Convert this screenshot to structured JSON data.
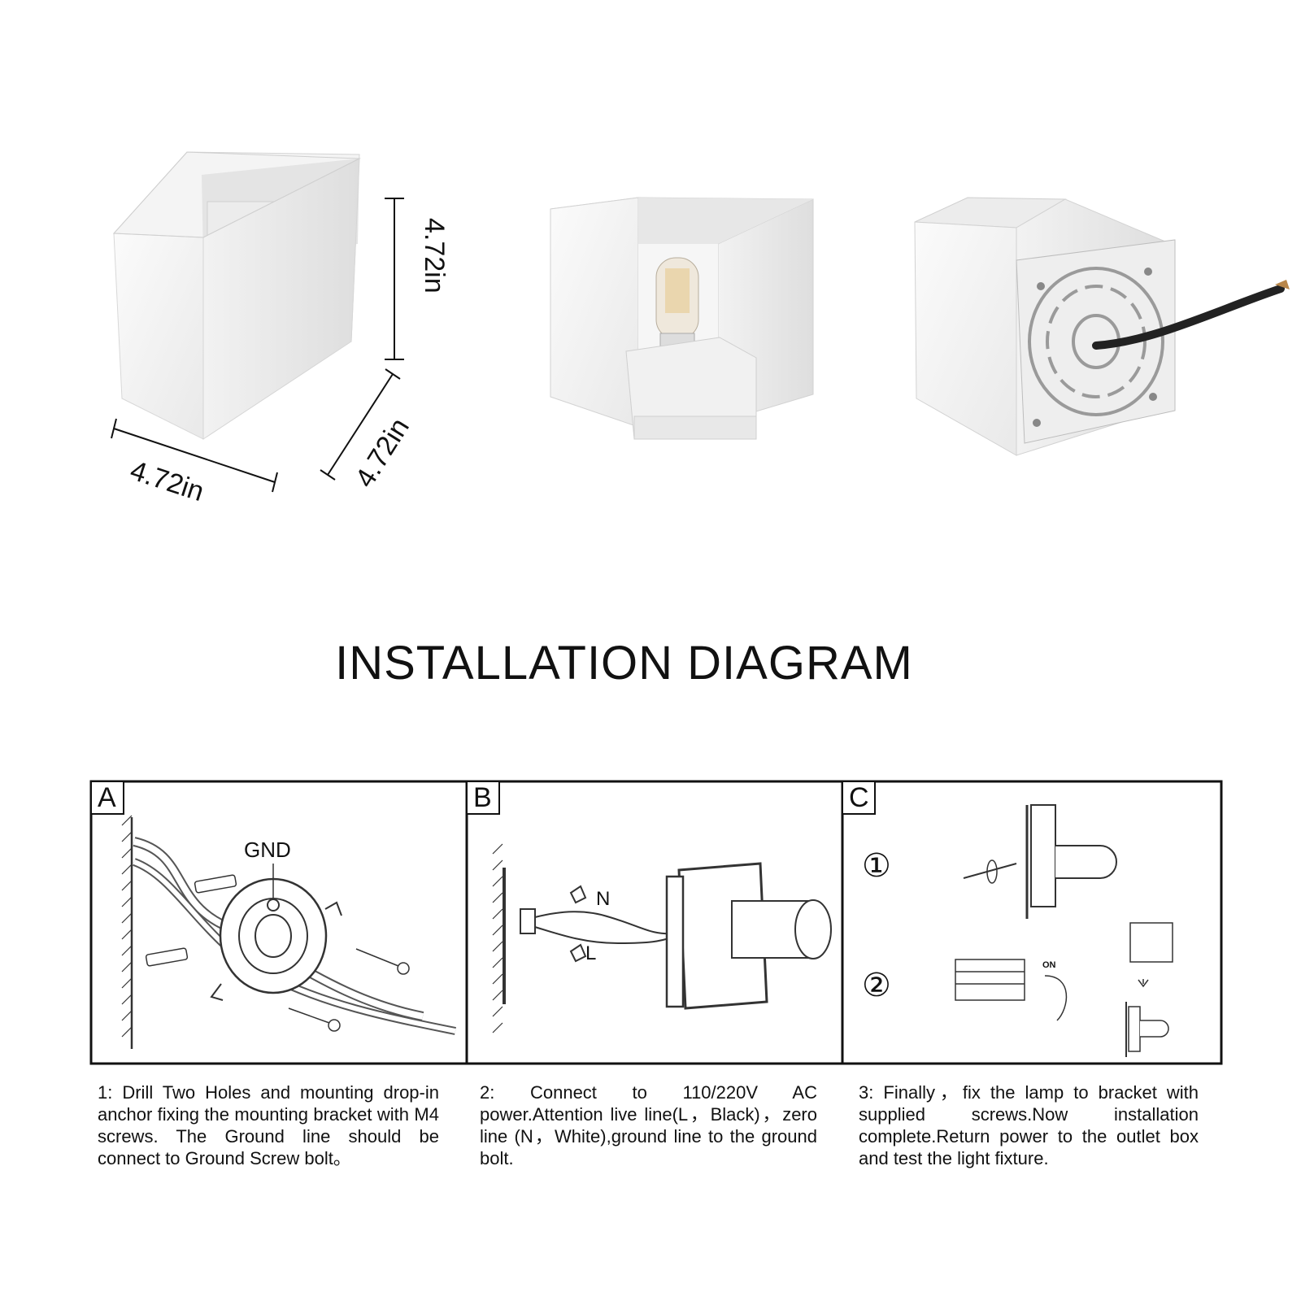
{
  "dimensions": {
    "height": "4.72in",
    "depth": "4.72in",
    "width": "4.72in"
  },
  "title": "INSTALLATION DIAGRAM",
  "panels": [
    {
      "letter": "A",
      "labels": {
        "gnd": "GND"
      }
    },
    {
      "letter": "B",
      "labels": {
        "n": "N",
        "l": "L"
      }
    },
    {
      "letter": "C",
      "labels": {
        "step1": "①",
        "step2": "②",
        "on": "ON"
      }
    }
  ],
  "steps": [
    {
      "num": "1:",
      "text": "Drill Two Holes and mounting drop-in anchor fixing the mounting bracket with M4 screws. The Ground line should be connect to Ground Screw bolt。"
    },
    {
      "num": "2:",
      "text": "Connect to 110/220V AC power.Attention live line(L，Black)，zero line (N，White),ground line to the ground bolt."
    },
    {
      "num": "3:",
      "text": "Finally，fix the lamp to bracket with supplied screws.Now installation complete.Return power to the outlet box and test the light fixture."
    }
  ]
}
